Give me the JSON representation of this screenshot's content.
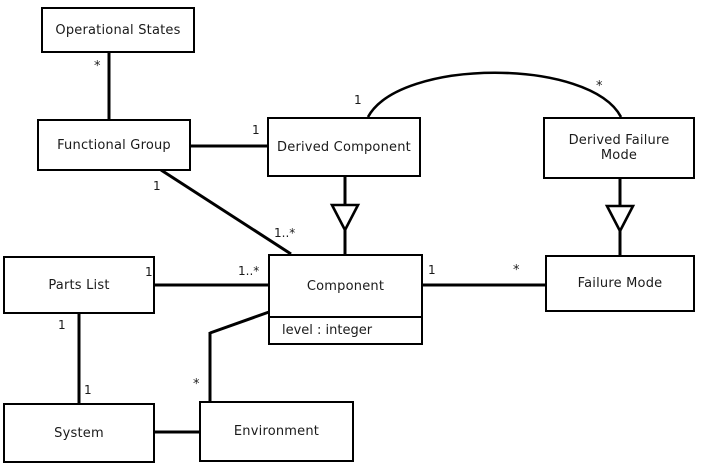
{
  "diagram": {
    "kind": "uml-class-diagram",
    "title": "",
    "line_color": "#000000",
    "fill_color": "#ffffff",
    "text_color": "#1a1a1a",
    "classes": [
      {
        "id": "operational-states",
        "name": "Operational States",
        "attributes": []
      },
      {
        "id": "functional-group",
        "name": "Functional Group",
        "attributes": []
      },
      {
        "id": "derived-component",
        "name": "Derived Component",
        "attributes": []
      },
      {
        "id": "derived-failure-mode",
        "name": "Derived Failure Mode",
        "attributes": []
      },
      {
        "id": "parts-list",
        "name": "Parts List",
        "attributes": []
      },
      {
        "id": "component",
        "name": "Component",
        "attributes": [
          "level : integer"
        ]
      },
      {
        "id": "failure-mode",
        "name": "Failure Mode",
        "attributes": []
      },
      {
        "id": "system",
        "name": "System",
        "attributes": []
      },
      {
        "id": "environment",
        "name": "Environment",
        "attributes": []
      }
    ],
    "attribute_labels": {
      "component_level": "level : integer"
    },
    "relationships": [
      {
        "id": "opstates-funcgroup",
        "type": "association",
        "from": "operational-states",
        "to": "functional-group",
        "from_multiplicity": "*",
        "to_multiplicity": ""
      },
      {
        "id": "funcgroup-derivedcomponent",
        "type": "association",
        "from": "functional-group",
        "to": "derived-component",
        "from_multiplicity": "",
        "to_multiplicity": "1"
      },
      {
        "id": "funcgroup-component",
        "type": "association",
        "from": "functional-group",
        "to": "component",
        "from_multiplicity": "1",
        "to_multiplicity": "1..*"
      },
      {
        "id": "derivedcomponent-derivedfailuremode",
        "type": "association",
        "from": "derived-component",
        "to": "derived-failure-mode",
        "from_multiplicity": "1",
        "to_multiplicity": "*"
      },
      {
        "id": "derivedcomponent-component",
        "type": "generalization",
        "from": "derived-component",
        "to": "component",
        "from_multiplicity": "",
        "to_multiplicity": ""
      },
      {
        "id": "derivedfailuremode-failuremode",
        "type": "generalization",
        "from": "derived-failure-mode",
        "to": "failure-mode",
        "from_multiplicity": "",
        "to_multiplicity": ""
      },
      {
        "id": "partslist-component",
        "type": "association",
        "from": "parts-list",
        "to": "component",
        "from_multiplicity": "1",
        "to_multiplicity": "1..*"
      },
      {
        "id": "component-failuremode",
        "type": "association",
        "from": "component",
        "to": "failure-mode",
        "from_multiplicity": "1",
        "to_multiplicity": "*"
      },
      {
        "id": "partslist-system",
        "type": "association",
        "from": "parts-list",
        "to": "system",
        "from_multiplicity": "1",
        "to_multiplicity": "1"
      },
      {
        "id": "component-environment",
        "type": "association",
        "from": "component",
        "to": "environment",
        "from_multiplicity": "",
        "to_multiplicity": "*"
      },
      {
        "id": "system-environment",
        "type": "association",
        "from": "system",
        "to": "environment",
        "from_multiplicity": "",
        "to_multiplicity": ""
      }
    ],
    "multiplicity_labels": {
      "opstates_down": "*",
      "funcgroup_right": "1",
      "funcgroup_diagonal": "1",
      "component_topleft": "1..*",
      "derivedcomponent_arc": "1",
      "derivedfailuremode_arc": "*",
      "partslist_right": "1",
      "component_left": "1..*",
      "component_right": "1",
      "failuremode_left": "*",
      "partslist_down": "1",
      "system_up": "1",
      "environment_up": "*"
    }
  }
}
